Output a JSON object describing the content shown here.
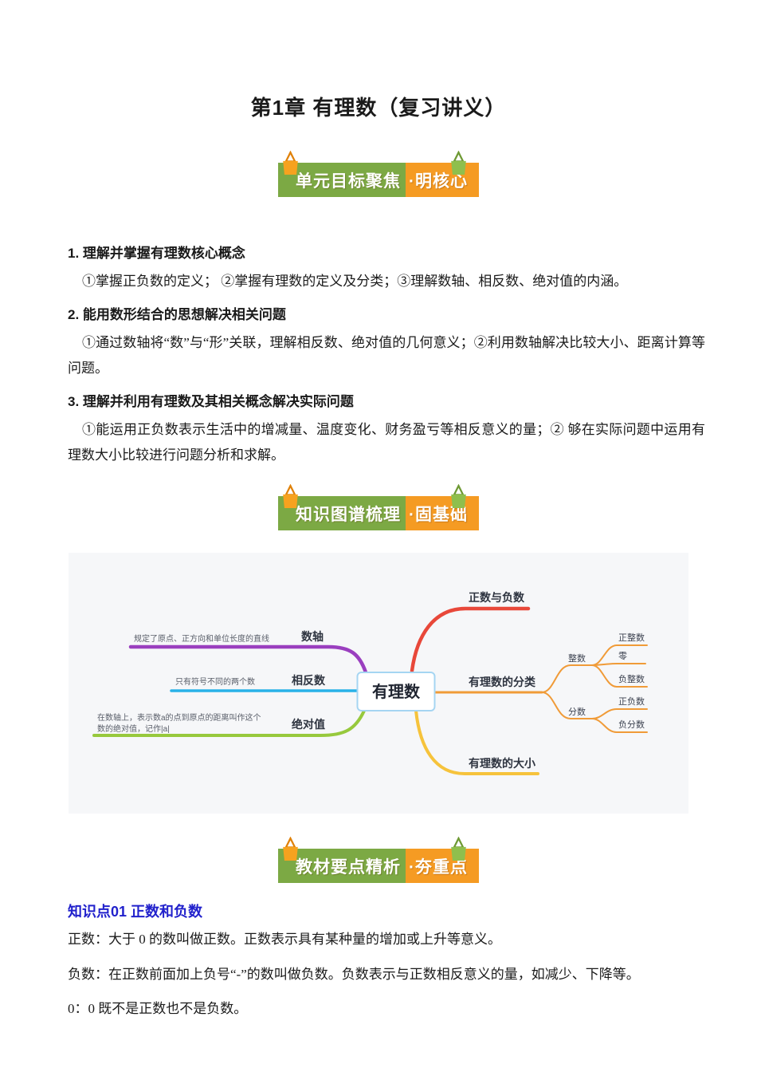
{
  "page": {
    "title": "第1章 有理数（复习讲义）"
  },
  "banners": [
    {
      "green_label": "单元目标聚焦",
      "orange_label": "·明核心"
    },
    {
      "green_label": "知识图谱梳理",
      "orange_label": "·固基础"
    },
    {
      "green_label": "教材要点精析",
      "orange_label": "·夯重点"
    }
  ],
  "objectives": [
    {
      "heading": "1. 理解并掌握有理数核心概念",
      "detail": "①掌握正负数的定义； ②掌握有理数的定义及分类；③理解数轴、相反数、绝对值的内涵。"
    },
    {
      "heading": "2. 能用数形结合的思想解决相关问题",
      "detail": "①通过数轴将“数”与“形”关联，理解相反数、绝对值的几何意义；②利用数轴解决比较大小、距离计算等问题。"
    },
    {
      "heading": "3. 理解并利用有理数及其相关概念解决实际问题",
      "detail": "①能运用正负数表示生活中的增减量、温度变化、财务盈亏等相反意义的量；② 够在实际问题中运用有理数大小比较进行问题分析和求解。"
    }
  ],
  "mindmap": {
    "background_color": "#f6f7f9",
    "center": {
      "label": "有理数",
      "border_color": "#a5d5f2"
    },
    "branches": {
      "number_axis": {
        "label": "数轴",
        "description": "规定了原点、正方向和单位长度的直线",
        "color": "#9a3fbf"
      },
      "opposite": {
        "label": "相反数",
        "description": "只有符号不同的两个数",
        "color": "#29b2e8"
      },
      "absolute": {
        "label": "绝对值",
        "description_line1": "在数轴上，表示数a的点到原点的距离叫作这个",
        "description_line2": "数的绝对值，记作|a|",
        "color": "#97c93d"
      },
      "pos_neg": {
        "label": "正数与负数",
        "color": "#e8483a"
      },
      "classification": {
        "label": "有理数的分类",
        "color": "#f09b38",
        "integer": {
          "label": "整数",
          "children": {
            "pos": "正整数",
            "zero": "零",
            "neg": "负整数"
          }
        },
        "fraction": {
          "label": "分数",
          "children": {
            "pos": "正负数",
            "neg": "负分数"
          }
        }
      },
      "magnitude": {
        "label": "有理数的大小",
        "color": "#f6c33c"
      }
    }
  },
  "knowledge": {
    "heading": "知识点01  正数和负数",
    "heading_color": "#2121cc",
    "items": [
      "正数：大于 0 的数叫做正数。正数表示具有某种量的增加或上升等意义。",
      "负数：在正数前面加上负号“-”的数叫做负数。负数表示与正数相反意义的量，如减少、下降等。",
      "0：0 既不是正数也不是负数。"
    ]
  },
  "colors": {
    "banner_green": "#7ca944",
    "banner_orange": "#f59b23",
    "clip_orange": "#f6a21f",
    "clip_green": "#8fbf4d"
  }
}
